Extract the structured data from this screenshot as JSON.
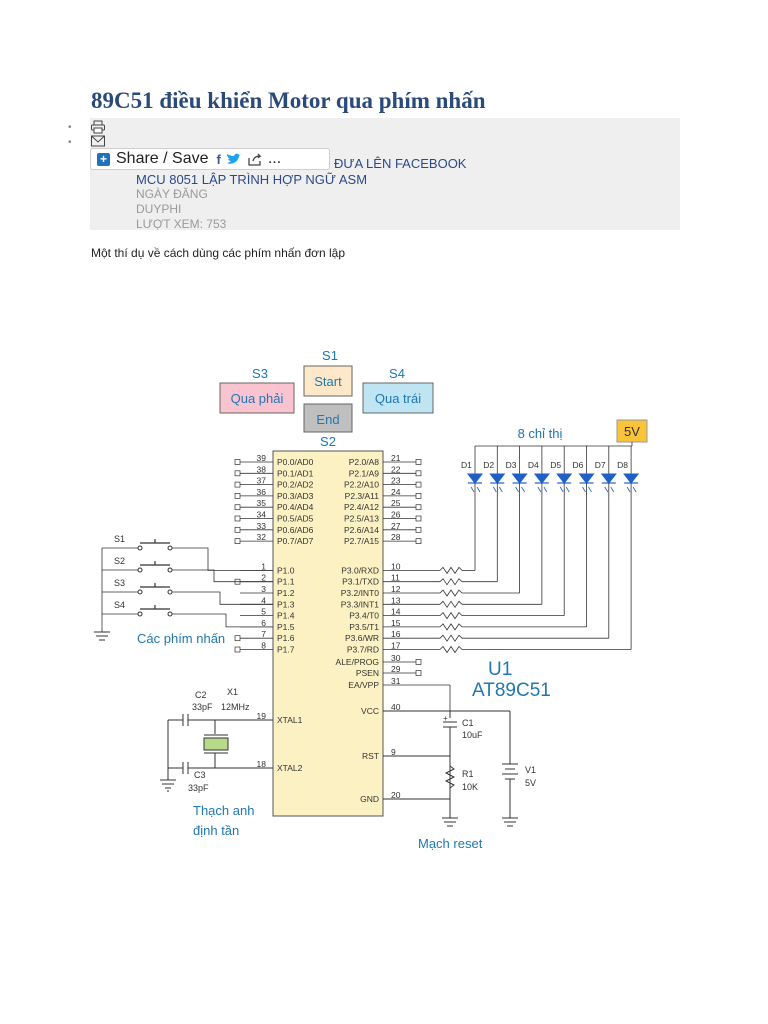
{
  "page": {
    "title": "89C51 điều khiển Motor qua phím nhấn",
    "share_label": "Share / Save",
    "share_more": "...",
    "post_facebook": "ĐƯA LÊN FACEBOOK",
    "category": "MCU 8051 LẬP TRÌNH HỢP NGỮ ASM",
    "date_label": "NGÀY ĐĂNG",
    "author": "DUYPHI",
    "views": "LƯỢT XEM: 753",
    "intro": "Một thí dụ về cách dùng các phím nhấn đơn lập"
  },
  "schematic": {
    "buttons": {
      "s1_name": "S1",
      "s1_label": "Start",
      "s2_name": "S2",
      "s2_label": "End",
      "s3_name": "S3",
      "s3_label": "Qua phải",
      "s4_name": "S4",
      "s4_label": "Qua trái"
    },
    "colors": {
      "start": "#fde9c9",
      "end": "#bfbfbf",
      "s3": "#f9c4cf",
      "s4": "#bfe4f2",
      "v5": "#f9c33a",
      "chip": "#fbf1c2",
      "blue": "#1f77b4"
    },
    "left_pins": [
      {
        "num": "39",
        "name": "P0.0/AD0"
      },
      {
        "num": "38",
        "name": "P0.1/AD1"
      },
      {
        "num": "37",
        "name": "P0.2/AD2"
      },
      {
        "num": "36",
        "name": "P0.3/AD3"
      },
      {
        "num": "35",
        "name": "P0.4/AD4"
      },
      {
        "num": "34",
        "name": "P0.5/AD5"
      },
      {
        "num": "33",
        "name": "P0.6/AD6"
      },
      {
        "num": "32",
        "name": "P0.7/AD7"
      },
      {
        "num": "1",
        "name": "P1.0"
      },
      {
        "num": "2",
        "name": "P1.1"
      },
      {
        "num": "3",
        "name": "P1.2"
      },
      {
        "num": "4",
        "name": "P1.3"
      },
      {
        "num": "5",
        "name": "P1.4"
      },
      {
        "num": "6",
        "name": "P1.5"
      },
      {
        "num": "7",
        "name": "P1.6"
      },
      {
        "num": "8",
        "name": "P1.7"
      }
    ],
    "right_pins": [
      {
        "num": "21",
        "name": "P2.0/A8"
      },
      {
        "num": "22",
        "name": "P2.1/A9"
      },
      {
        "num": "23",
        "name": "P2.2/A10"
      },
      {
        "num": "24",
        "name": "P2.3/A11"
      },
      {
        "num": "25",
        "name": "P2.4/A12"
      },
      {
        "num": "26",
        "name": "P2.5/A13"
      },
      {
        "num": "27",
        "name": "P2.6/A14"
      },
      {
        "num": "28",
        "name": "P2.7/A15"
      },
      {
        "num": "10",
        "name": "P3.0/RXD"
      },
      {
        "num": "11",
        "name": "P3.1/TXD"
      },
      {
        "num": "12",
        "name": "P3.2/INT0"
      },
      {
        "num": "13",
        "name": "P3.3/INT1"
      },
      {
        "num": "14",
        "name": "P3.4/T0"
      },
      {
        "num": "15",
        "name": "P3.5/T1"
      },
      {
        "num": "16",
        "name": "P3.6/WR"
      },
      {
        "num": "17",
        "name": "P3.7/RD"
      }
    ],
    "extra_pins": [
      {
        "num": "30",
        "name": "ALE/PROG"
      },
      {
        "num": "29",
        "name": "PSEN"
      },
      {
        "num": "31",
        "name": "EA/VPP"
      },
      {
        "num": "40",
        "name": "VCC"
      },
      {
        "num": "9",
        "name": "RST"
      },
      {
        "num": "20",
        "name": "GND"
      },
      {
        "num": "19",
        "name": "XTAL1"
      },
      {
        "num": "18",
        "name": "XTAL2"
      }
    ],
    "leds": [
      "D1",
      "D2",
      "D3",
      "D4",
      "D5",
      "D6",
      "D7",
      "D8"
    ],
    "led_caption": "8 chỉ thị",
    "v5_label": "5V",
    "switches": [
      "S1",
      "S2",
      "S3",
      "S4"
    ],
    "switches_caption": "Các phím nhấn",
    "u1_label": "U1",
    "chip_label": "AT89C51",
    "c2_name": "C2",
    "c2_value": "33pF",
    "x1_name": "X1",
    "x1_value": "12MHz",
    "c3_name": "C3",
    "c3_value": "33pF",
    "crystal_caption_1": "Thạch anh",
    "crystal_caption_2": "định tần",
    "c1_name": "C1",
    "c1_value": "10uF",
    "r1_name": "R1",
    "r1_value": "10K",
    "v1_name": "V1",
    "v1_value": "5V",
    "reset_caption": "Mạch reset"
  }
}
